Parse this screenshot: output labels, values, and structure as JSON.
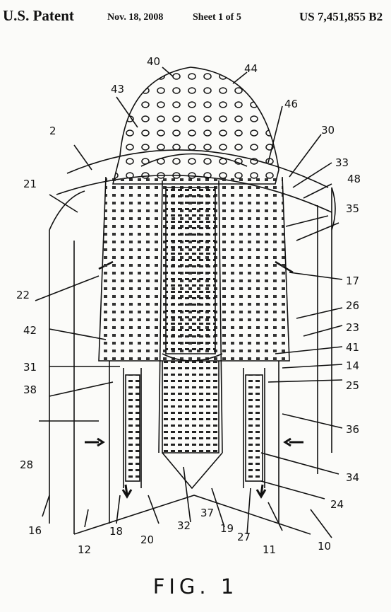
{
  "header": {
    "left": "U.S. Patent",
    "date": "Nov. 18, 2008",
    "sheet": "Sheet 1 of 5",
    "patent_number": "US 7,451,855 B2"
  },
  "figure": {
    "caption": "FIG. 1",
    "reference_numerals": [
      "40",
      "44",
      "43",
      "46",
      "2",
      "30",
      "33",
      "21",
      "48",
      "35",
      "22",
      "17",
      "26",
      "42",
      "23",
      "41",
      "14",
      "31",
      "38",
      "25",
      "36",
      "28",
      "34",
      "24",
      "16",
      "12",
      "18",
      "20",
      "32",
      "37",
      "19",
      "27",
      "11",
      "10"
    ]
  },
  "colors": {
    "ink": "#111111",
    "paper": "#fbfbf9"
  }
}
